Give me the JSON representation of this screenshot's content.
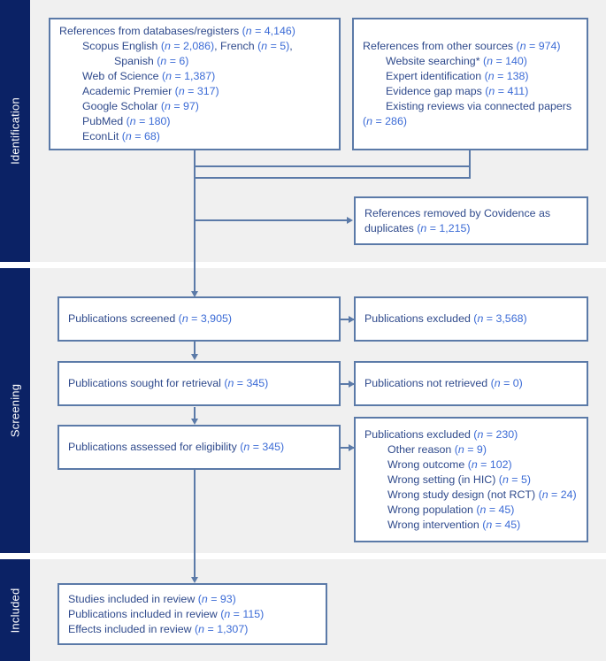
{
  "diagram": {
    "title": "PRISMA flow diagram",
    "colors": {
      "sidebar_bg": "#0b2265",
      "band_bg": "#f0f0f0",
      "box_border": "#5b7aa8",
      "text": "#2f4a8c",
      "n_value": "#3b6bd6",
      "connector": "#5b7aa8"
    }
  },
  "sidebar": {
    "sections": [
      {
        "id": "identification",
        "label": "Identification"
      },
      {
        "id": "screening",
        "label": "Screening"
      },
      {
        "id": "included",
        "label": "Included"
      }
    ]
  },
  "boxes": {
    "databases": {
      "name": "references-from-databases-box",
      "lines": [
        {
          "text": "References from databases/registers (n = 4,146)",
          "indent": 0
        },
        {
          "text": "Scopus English (n = 2,086), French (n = 5),",
          "indent": 1
        },
        {
          "text": "Spanish (n = 6)",
          "indent": 2
        },
        {
          "text": "Web of Science (n = 1,387)",
          "indent": 1
        },
        {
          "text": "Academic Premier (n = 317)",
          "indent": 1
        },
        {
          "text": "Google Scholar (n = 97)",
          "indent": 1
        },
        {
          "text": "PubMed (n = 180)",
          "indent": 1
        },
        {
          "text": "EconLit (n = 68)",
          "indent": 1
        }
      ]
    },
    "other_sources": {
      "name": "references-from-other-sources-box",
      "lines": [
        {
          "text": "References from other sources (n = 974)",
          "indent": 0
        },
        {
          "text": "Website searching* (n = 140)",
          "indent": 1
        },
        {
          "text": "Expert identification (n = 138)",
          "indent": 1
        },
        {
          "text": "Evidence gap maps (n = 411)",
          "indent": 1
        },
        {
          "text": "Existing reviews via connected papers",
          "indent": 1
        },
        {
          "text": "(n = 286)",
          "indent": 0
        }
      ]
    },
    "duplicates": {
      "name": "duplicates-removed-box",
      "lines": [
        {
          "text": "References removed by Covidence as",
          "indent": 0
        },
        {
          "text": "duplicates (n = 1,215)",
          "indent": 0
        }
      ]
    },
    "screened": {
      "name": "publications-screened-box",
      "lines": [
        {
          "text": "Publications screened (n = 3,905)",
          "indent": 0
        }
      ]
    },
    "excluded_screen": {
      "name": "publications-excluded-box",
      "lines": [
        {
          "text": "Publications excluded (n = 3,568)",
          "indent": 0
        }
      ]
    },
    "sought": {
      "name": "publications-sought-for-retrieval-box",
      "lines": [
        {
          "text": "Publications sought for retrieval (n = 345)",
          "indent": 0
        }
      ]
    },
    "not_retrieved": {
      "name": "publications-not-retrieved-box",
      "lines": [
        {
          "text": "Publications not retrieved (n = 0)",
          "indent": 0
        }
      ]
    },
    "assessed": {
      "name": "publications-assessed-for-eligibility-box",
      "lines": [
        {
          "text": "Publications assessed for eligibility (n = 345)",
          "indent": 0
        }
      ]
    },
    "excluded_reasons": {
      "name": "publications-excluded-with-reasons-box",
      "lines": [
        {
          "text": "Publications excluded (n = 230)",
          "indent": 0
        },
        {
          "text": "Other reason (n = 9)",
          "indent": 1
        },
        {
          "text": "Wrong outcome (n = 102)",
          "indent": 1
        },
        {
          "text": "Wrong setting (in HIC) (n = 5)",
          "indent": 1
        },
        {
          "text": "Wrong study design (not RCT) (n = 24)",
          "indent": 1
        },
        {
          "text": "Wrong population (n = 45)",
          "indent": 1
        },
        {
          "text": "Wrong intervention (n = 45)",
          "indent": 1
        }
      ]
    },
    "included": {
      "name": "studies-included-in-review-box",
      "lines": [
        {
          "text": "Studies included in review (n = 93)",
          "indent": 0
        },
        {
          "text": "Publications included in review (n = 115)",
          "indent": 0
        },
        {
          "text": "Effects included in review (n = 1,307)",
          "indent": 0
        }
      ]
    }
  },
  "flow_data": {
    "type": "prisma-flow",
    "identification": {
      "databases_registers_total": 4146,
      "databases_registers_breakdown": [
        {
          "source": "Scopus English",
          "n": 2086
        },
        {
          "source": "Scopus French",
          "n": 5
        },
        {
          "source": "Scopus Spanish",
          "n": 6
        },
        {
          "source": "Web of Science",
          "n": 1387
        },
        {
          "source": "Academic Premier",
          "n": 317
        },
        {
          "source": "Google Scholar",
          "n": 97
        },
        {
          "source": "PubMed",
          "n": 180
        },
        {
          "source": "EconLit",
          "n": 68
        }
      ],
      "other_sources_total": 974,
      "other_sources_breakdown": [
        {
          "source": "Website searching*",
          "n": 140
        },
        {
          "source": "Expert identification",
          "n": 138
        },
        {
          "source": "Evidence gap maps",
          "n": 411
        },
        {
          "source": "Existing reviews via connected papers",
          "n": 286
        }
      ],
      "duplicates_removed": 1215
    },
    "screening": {
      "screened": 3905,
      "excluded_at_screening": 3568,
      "sought_for_retrieval": 345,
      "not_retrieved": 0,
      "assessed_for_eligibility": 345,
      "excluded_with_reasons_total": 230,
      "exclusion_reasons": [
        {
          "reason": "Other reason",
          "n": 9
        },
        {
          "reason": "Wrong outcome",
          "n": 102
        },
        {
          "reason": "Wrong setting (in HIC)",
          "n": 5
        },
        {
          "reason": "Wrong study design (not RCT)",
          "n": 24
        },
        {
          "reason": "Wrong population",
          "n": 45
        },
        {
          "reason": "Wrong intervention",
          "n": 45
        }
      ]
    },
    "included": {
      "studies": 93,
      "publications": 115,
      "effects": 1307
    }
  }
}
